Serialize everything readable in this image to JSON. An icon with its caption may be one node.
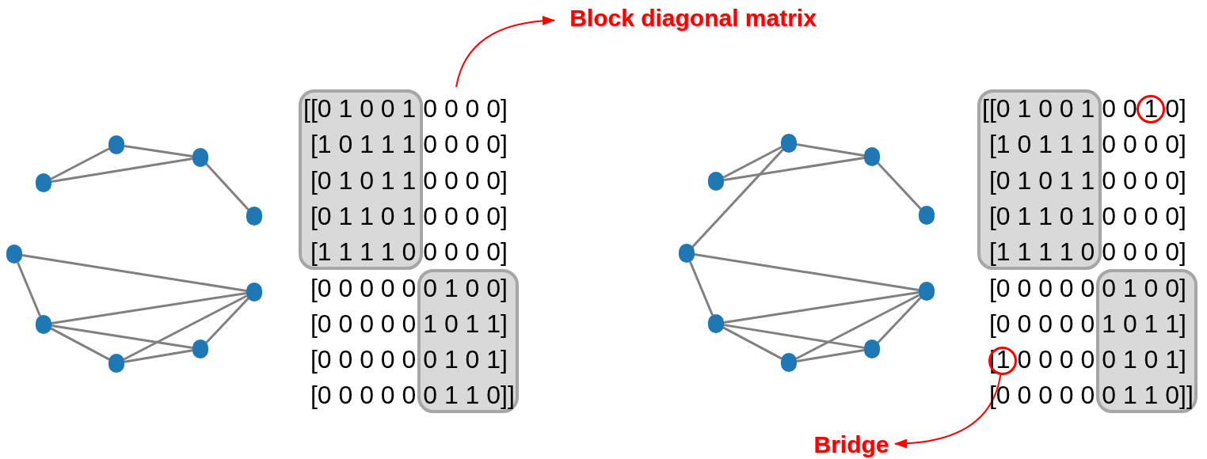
{
  "diagram": {
    "nodes": [
      {
        "text": [
          "Block diagonal matrix"
        ]
      },
      {
        "text": [],
        "shape": "circle"
      },
      {
        "text": [],
        "shape": "circle"
      },
      {
        "text": [],
        "shape": "circle"
      },
      {
        "text": [],
        "shape": "circle"
      },
      {
        "text": [],
        "shape": "circle"
      },
      {
        "text": [],
        "shape": "circle"
      },
      {
        "text": [],
        "shape": "circle"
      },
      {
        "text": [],
        "shape": "circle"
      },
      {
        "text": [],
        "shape": "circle"
      },
      {
        "text": [],
        "shape": "box"
      },
      {
        "text": [],
        "shape": "box"
      },
      {
        "text": [],
        "shape": "circle"
      },
      {
        "text": [],
        "shape": "circle"
      },
      {
        "text": [],
        "shape": "circle"
      },
      {
        "text": [],
        "shape": "circle"
      },
      {
        "text": [],
        "shape": "circle"
      },
      {
        "text": [],
        "shape": "circle"
      },
      {
        "text": [],
        "shape": "circle"
      },
      {
        "text": [],
        "shape": "circle"
      },
      {
        "text": [],
        "shape": "circle"
      },
      {
        "text": [],
        "shape": "box"
      },
      {
        "text": [],
        "shape": "box"
      },
      {
        "text": [],
        "shape": "circle"
      },
      {
        "text": [],
        "shape": "circle"
      },
      {
        "text": [
          "Bridge"
        ]
      }
    ],
    "edges": [
      {
        "from": 1,
        "to": 2,
        "arrow": "none"
      },
      {
        "from": 1,
        "to": 3,
        "arrow": "none"
      },
      {
        "from": 2,
        "to": 3,
        "arrow": "none"
      },
      {
        "from": 3,
        "to": 4,
        "arrow": "none"
      },
      {
        "from": 5,
        "to": 6,
        "arrow": "none"
      },
      {
        "from": 5,
        "to": 7,
        "arrow": "none"
      },
      {
        "from": 7,
        "to": 6,
        "arrow": "none"
      },
      {
        "from": 7,
        "to": 9,
        "arrow": "none"
      },
      {
        "from": 7,
        "to": 8,
        "arrow": "none"
      },
      {
        "from": 8,
        "to": 9,
        "arrow": "none"
      },
      {
        "from": 8,
        "to": 6,
        "arrow": "none"
      },
      {
        "from": 9,
        "to": 6,
        "arrow": "none"
      },
      {
        "from": 12,
        "to": 13,
        "arrow": "none"
      },
      {
        "from": 12,
        "to": 14,
        "arrow": "none"
      },
      {
        "from": 13,
        "to": 14,
        "arrow": "none"
      },
      {
        "from": 14,
        "to": 15,
        "arrow": "none"
      },
      {
        "from": 16,
        "to": 17,
        "arrow": "none"
      },
      {
        "from": 16,
        "to": 18,
        "arrow": "none"
      },
      {
        "from": 18,
        "to": 17,
        "arrow": "none"
      },
      {
        "from": 18,
        "to": 20,
        "arrow": "none"
      },
      {
        "from": 18,
        "to": 19,
        "arrow": "none"
      },
      {
        "from": 19,
        "to": 20,
        "arrow": "none"
      },
      {
        "from": 19,
        "to": 17,
        "arrow": "none"
      },
      {
        "from": 20,
        "to": 17,
        "arrow": "none"
      },
      {
        "from": 13,
        "to": 16,
        "arrow": "none"
      },
      {
        "from": null,
        "to": 0,
        "arrow": "to",
        "color": "#ff0000"
      },
      {
        "from": 24,
        "to": 25,
        "arrow": "to",
        "color": "#ff0000"
      }
    ],
    "labels": [
      "[[0 1 0 0 1 0 0 0 0]",
      "[1 0 1 1 1 0 0 0 0]",
      "[0 1 0 1 1 0 0 0 0]",
      "[0 1 1 0 1 0 0 0 0]",
      "[1 1 1 1 0 0 0 0 0]",
      "[0 0 0 0 0 0 1 0 0]",
      "[0 0 0 0 0 1 0 1 1]",
      "[0 0 0 0 0 0 1 0 1]",
      "[0 0 0 0 0 0 1 1 0]]",
      "[[0 1 0 0 1 0 0 1 0]",
      "[1 0 1 1 1 0 0 0 0]",
      "[0 1 0 1 1 0 0 0 0]",
      "[0 1 1 0 1 0 0 0 0]",
      "[1 1 1 1 0 0 0 0 0]",
      "[0 0 0 0 0 0 1 0 0]",
      "[0 0 0 0 0 1 0 1 1]",
      "[1 0 0 0 0 0 1 0 1]",
      "[0 0 0 0 0 0 1 1 0]]"
    ]
  }
}
